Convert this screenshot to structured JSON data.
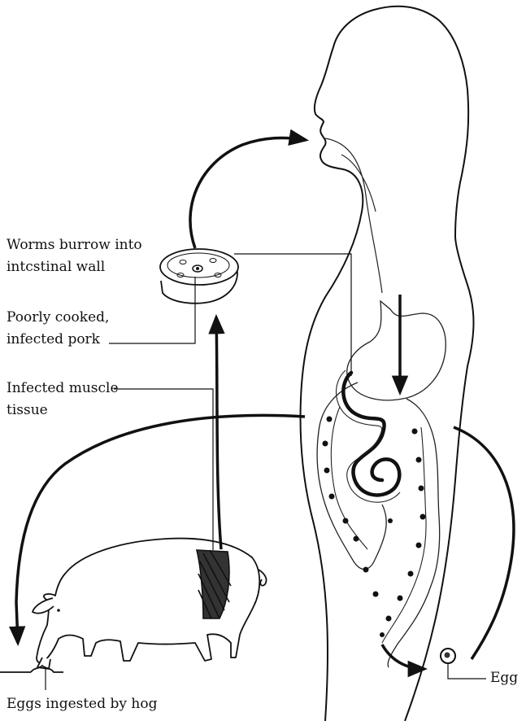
{
  "diagram": {
    "labels": {
      "worms_line1": "Worms burrow into",
      "worms_line2": "intcstinal wall",
      "pork_line1": "Poorly cooked,",
      "pork_line2": "infected pork",
      "muscle_line1": "Infected muscle",
      "muscle_line2": "tissue",
      "eggs_ingested": "Eggs ingested by hog",
      "egg": "Egg"
    },
    "colors": {
      "ink": "#111111",
      "background": "#ffffff"
    }
  }
}
